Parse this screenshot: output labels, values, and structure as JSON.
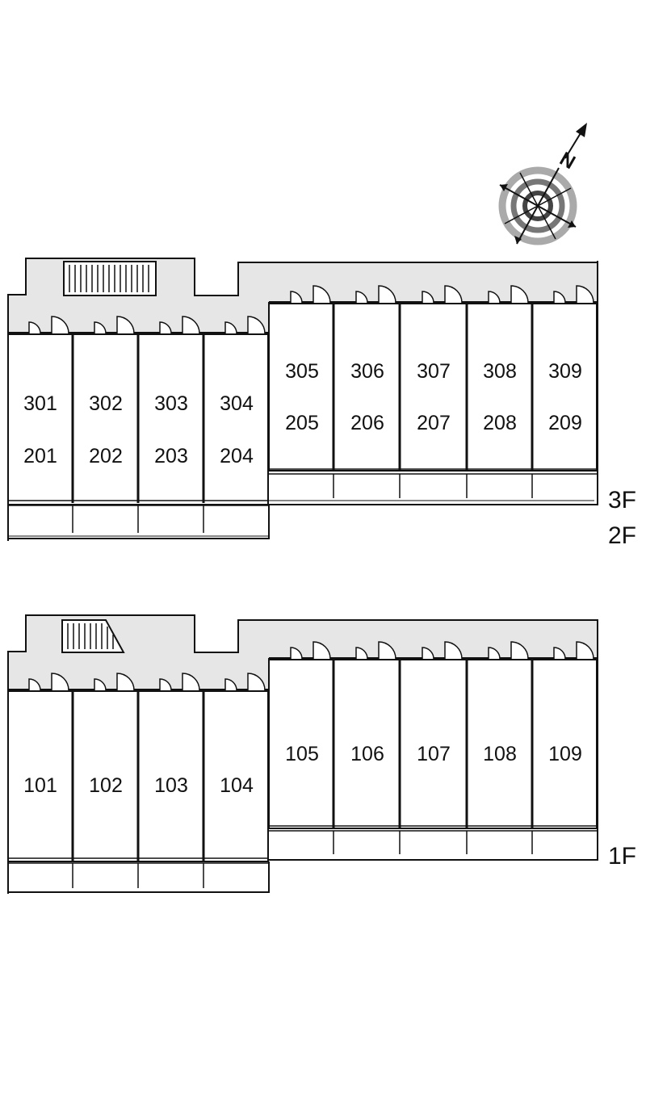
{
  "compass": {
    "icon": "compass-north-icon",
    "letter": "N"
  },
  "upper_block": {
    "floor_labels": [
      "3F",
      "2F"
    ],
    "units_a": [
      {
        "top": "301",
        "bottom": "201"
      },
      {
        "top": "302",
        "bottom": "202"
      },
      {
        "top": "303",
        "bottom": "203"
      },
      {
        "top": "304",
        "bottom": "204"
      }
    ],
    "units_b": [
      {
        "top": "305",
        "bottom": "205"
      },
      {
        "top": "306",
        "bottom": "206"
      },
      {
        "top": "307",
        "bottom": "207"
      },
      {
        "top": "308",
        "bottom": "208"
      },
      {
        "top": "309",
        "bottom": "209"
      }
    ]
  },
  "lower_block": {
    "floor_labels": [
      "1F"
    ],
    "units_a": [
      "101",
      "102",
      "103",
      "104"
    ],
    "units_b": [
      "105",
      "106",
      "107",
      "108",
      "109"
    ]
  },
  "colors": {
    "corridor": "#e6e6e6",
    "wall": "#111111",
    "background": "#ffffff"
  }
}
